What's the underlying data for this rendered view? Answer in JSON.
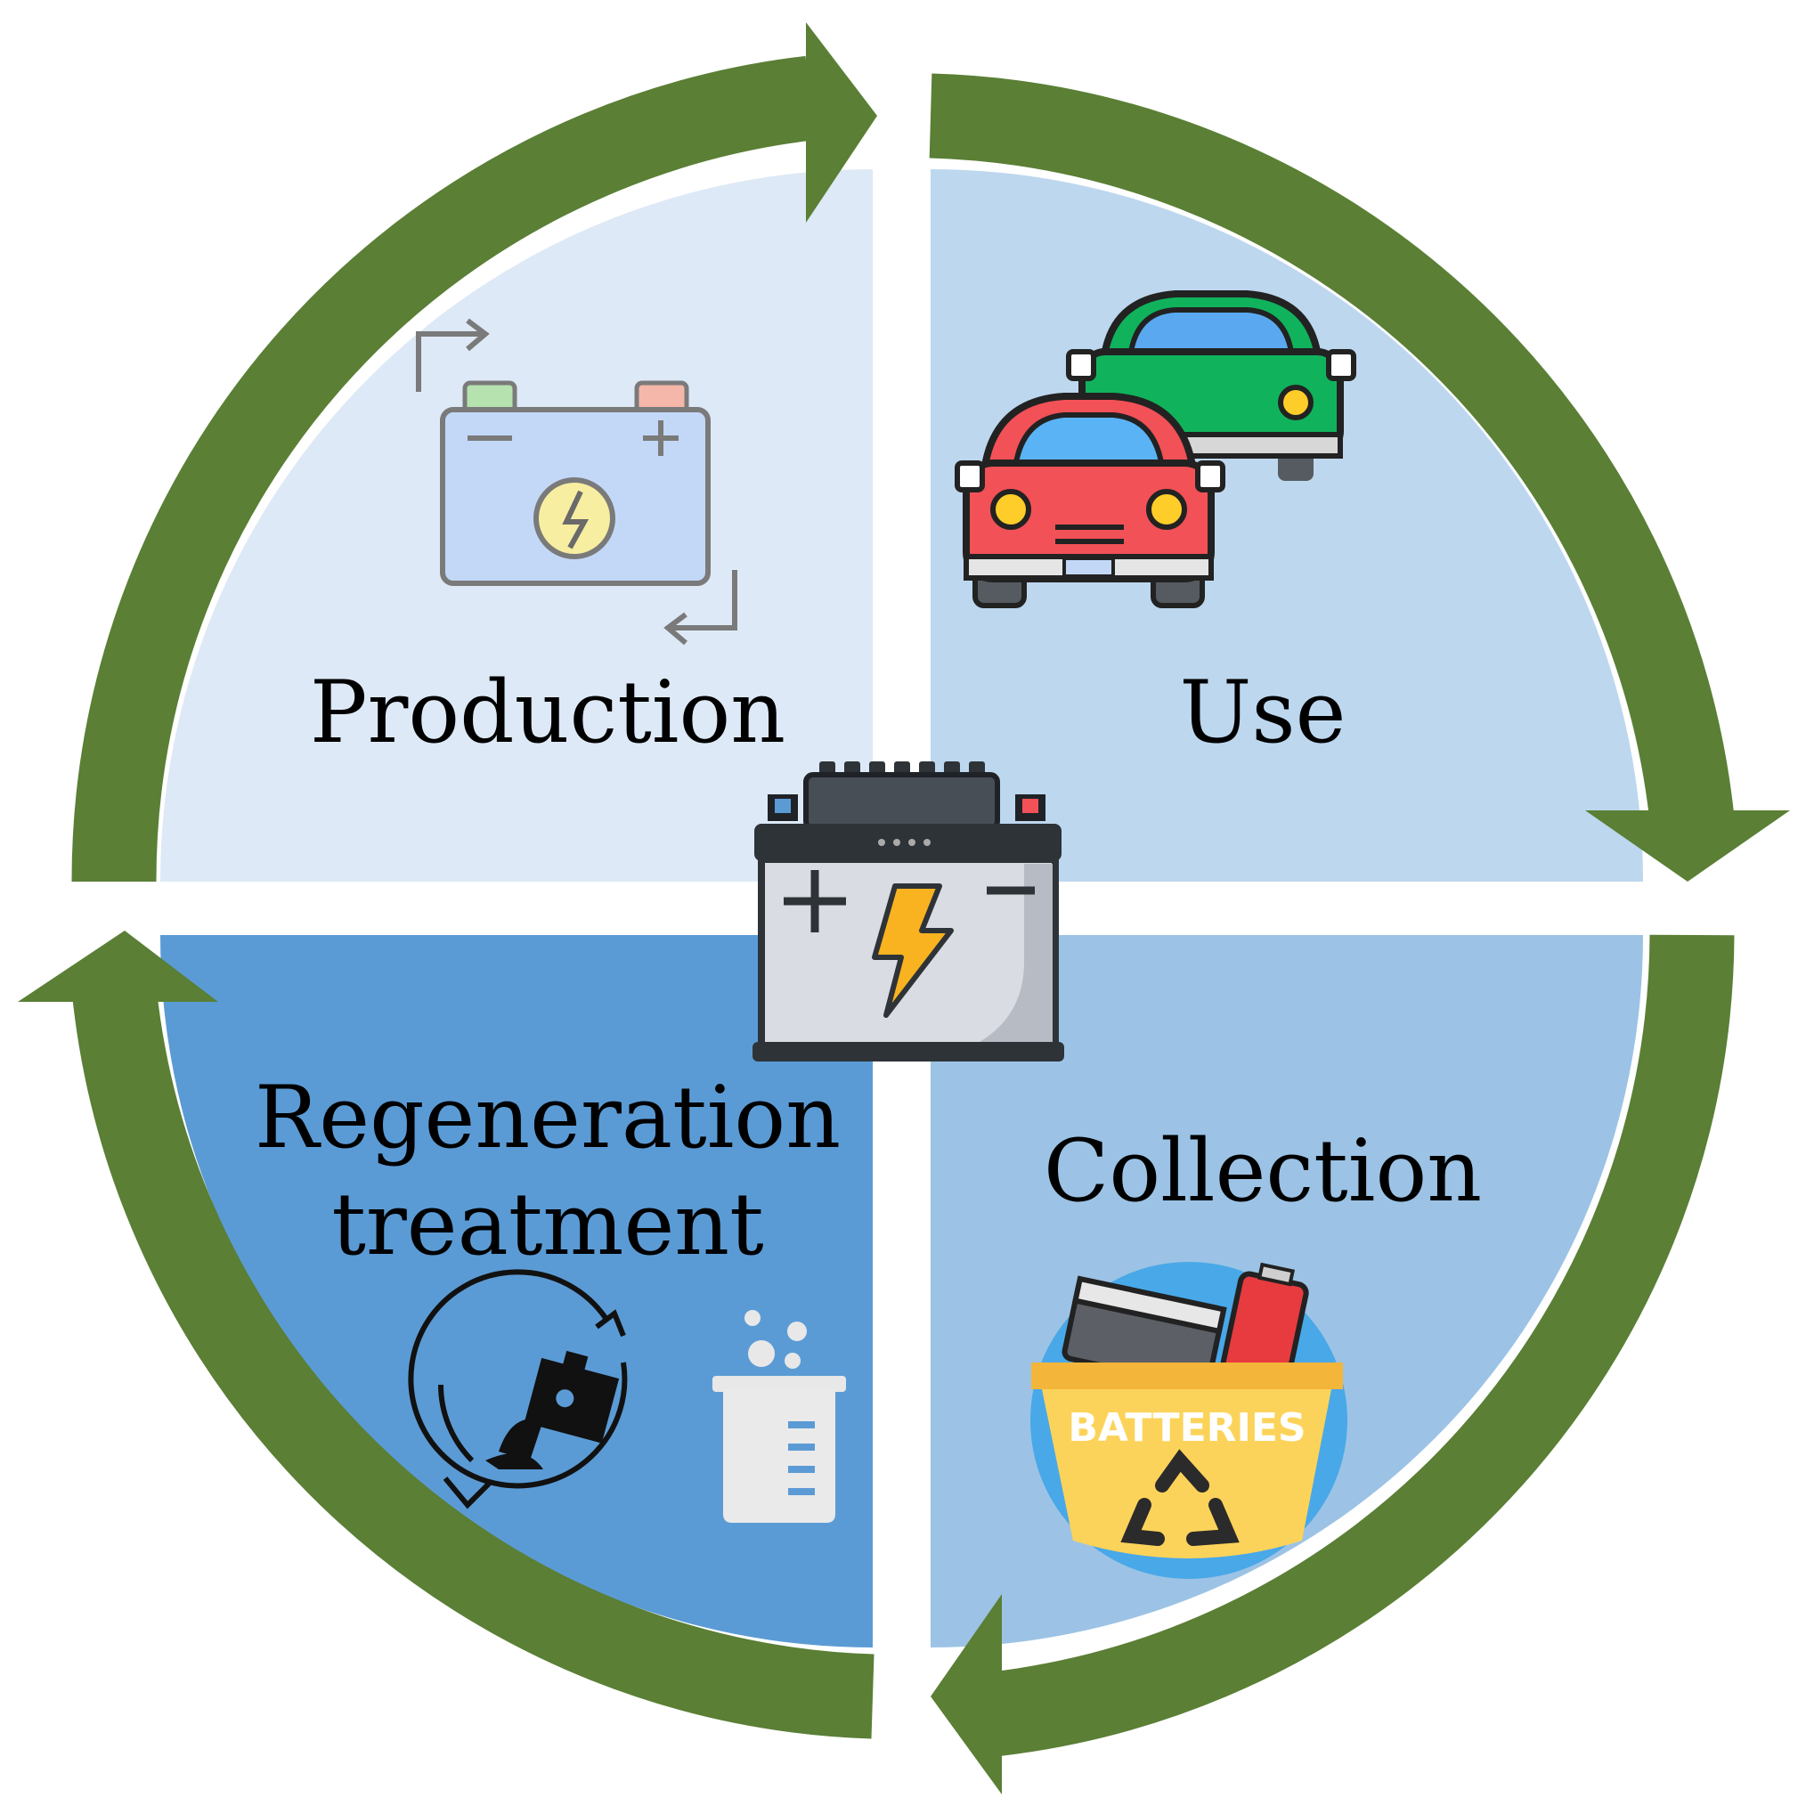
{
  "stages": {
    "production": {
      "label": "Production"
    },
    "use": {
      "label": "Use"
    },
    "collection": {
      "label": "Collection"
    },
    "regeneration": {
      "line1": "Regeneration",
      "line2": "treatment"
    }
  },
  "bin_label": "BATTERIES",
  "colors": {
    "arrow": "#5a7f35",
    "q_production": "#dde9f6",
    "q_use": "#bdd7ee",
    "q_collection": "#9cc3e5",
    "q_regeneration": "#5b9bd5"
  },
  "icons": {
    "production": "battery-production-icon",
    "use": "cars-icon",
    "collection": "battery-recycling-bin-icon",
    "regeneration": "regeneration-cycle-icon",
    "lab": "beaker-icon",
    "center": "car-battery-icon"
  }
}
